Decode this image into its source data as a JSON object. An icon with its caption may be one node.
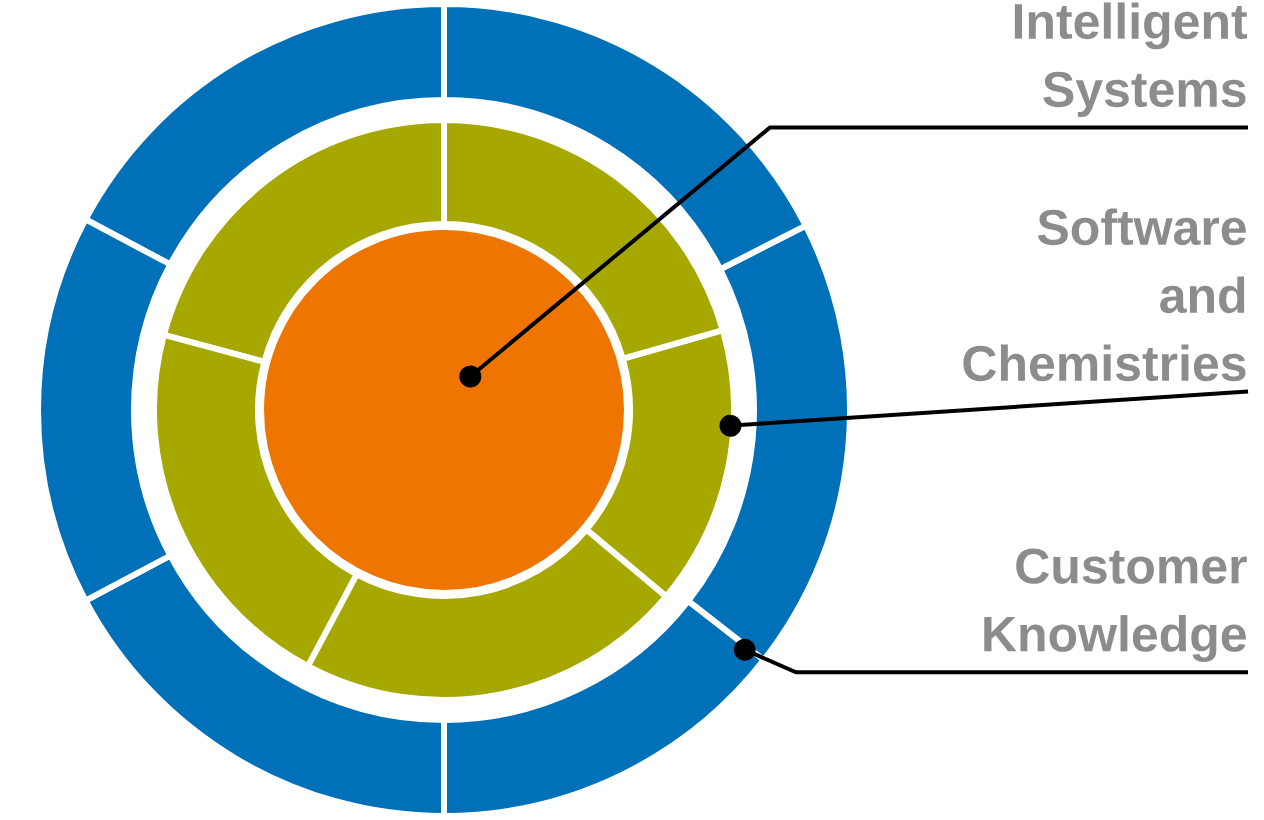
{
  "diagram": {
    "nodes": [
      {
        "text": [
          "Intelligent Systems"
        ]
      },
      {
        "text": [
          "Software and Chemistries"
        ]
      },
      {
        "text": [
          "Customer Knowledge"
        ]
      },
      {
        "text": [],
        "shape": "circle",
        "in": 4
      },
      {
        "text": [],
        "shape": "ring",
        "in": 5
      },
      {
        "text": [],
        "shape": "ring"
      }
    ],
    "edges": [
      {
        "from": 0,
        "to": 3,
        "arrow": "other"
      },
      {
        "from": 1,
        "to": 4,
        "arrow": "other"
      },
      {
        "from": 2,
        "to": 5,
        "arrow": "other"
      }
    ]
  }
}
